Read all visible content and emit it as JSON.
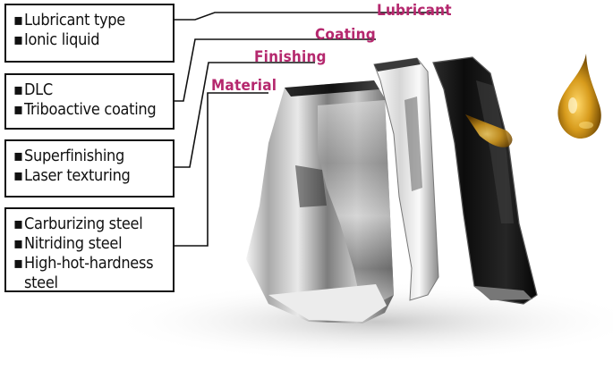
{
  "layers": {
    "lubricant": {
      "label": "Lubricant",
      "items": [
        "Lubricant type",
        "Ionic liquid"
      ]
    },
    "coating": {
      "label": "Coating",
      "items": [
        "DLC",
        "Triboactive coating"
      ]
    },
    "finishing": {
      "label": "Finishing",
      "items": [
        "Superfinishing",
        "Laser texturing"
      ]
    },
    "material": {
      "label": "Material",
      "items": [
        "Carburizing steel",
        "Nitriding steel",
        "High-hot-hardness steel"
      ]
    }
  },
  "bullet": "▪",
  "colors": {
    "label_color": "#b5286e",
    "box_border": "#111111",
    "leader_line": "#111111"
  }
}
